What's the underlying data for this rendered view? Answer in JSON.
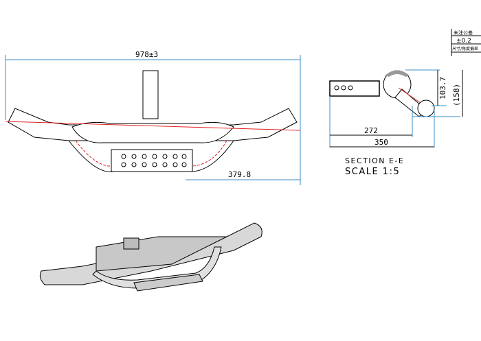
{
  "front_view": {
    "overall_width": "978±3",
    "offset_dim": "379.8"
  },
  "section_view": {
    "dim_height": "103.7",
    "dim_ref_height": "(158)",
    "dim_inner": "272",
    "dim_outer": "350",
    "section_label": "SECTION E-E",
    "scale_label": "SCALE 1:5"
  },
  "title_block": {
    "row1": "未注公差",
    "row2": "±0.2",
    "row3": "尺寸/角度偏差"
  },
  "colors": {
    "dimension": "#3a8fc8",
    "centerline": "#e02020",
    "line": "#000000",
    "shade": "#c8c8c8"
  }
}
